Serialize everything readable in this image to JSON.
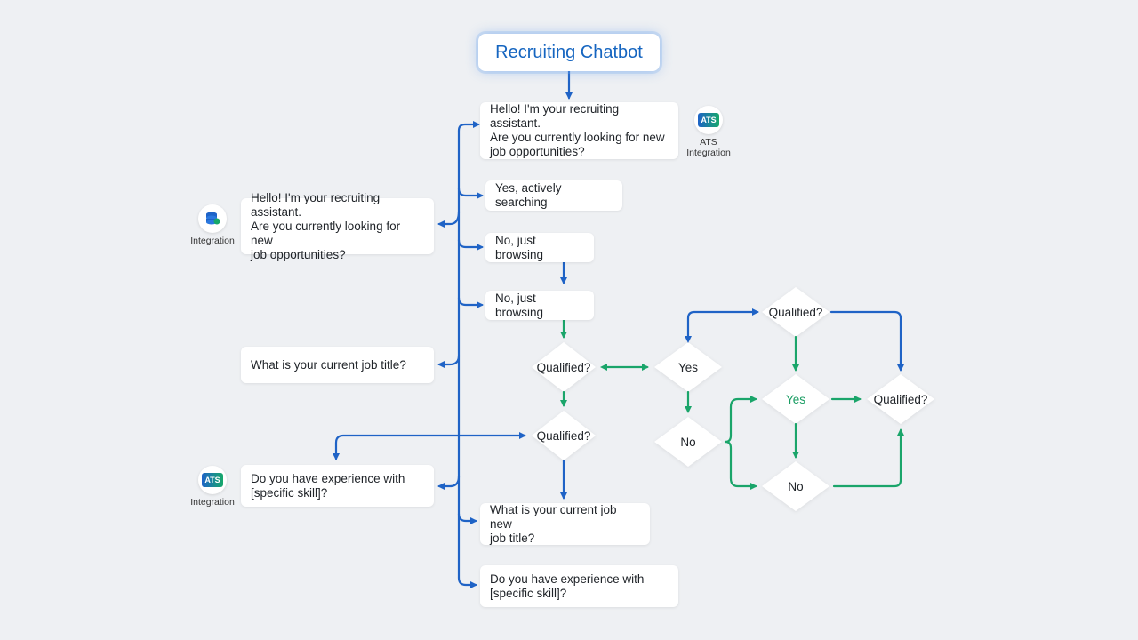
{
  "title": "Recruiting Chatbot",
  "bubbles": {
    "greeting_main": "Hello! I'm your recruiting assistant.\nAre you currently looking for new\njob opportunities?",
    "greeting_left": "Hello! I'm your recruiting assistant.\nAre you currently looking for new\njob opportunities?",
    "yes_searching": "Yes, actively searching",
    "no_browsing_1": "No, just browsing",
    "no_browsing_2": "No, just browsing",
    "job_title_left": "What is your current job title?",
    "skill_left": "Do you have experience with\n[specific skill]?",
    "job_title_new": "What is your current job new\njob title?",
    "skill_bottom": "Do you have experience with\n[specific skill]?"
  },
  "decisions": {
    "qualified_1": "Qualified?",
    "qualified_2": "Qualified?",
    "yes_mid": "Yes",
    "no_mid": "No",
    "qualified_top": "Qualified?",
    "yes_right": "Yes",
    "qualified_right": "Qualified?",
    "no_right": "No"
  },
  "integrations": {
    "ats_top": {
      "badge": "ATS",
      "label": "ATS\nIntegration"
    },
    "db_left": {
      "label": "Integration"
    },
    "ats_left": {
      "badge": "ATS",
      "label": "Integration"
    }
  },
  "colors": {
    "blue": "#1f63c6",
    "green": "#1aa56a",
    "title_text": "#1565c0"
  }
}
